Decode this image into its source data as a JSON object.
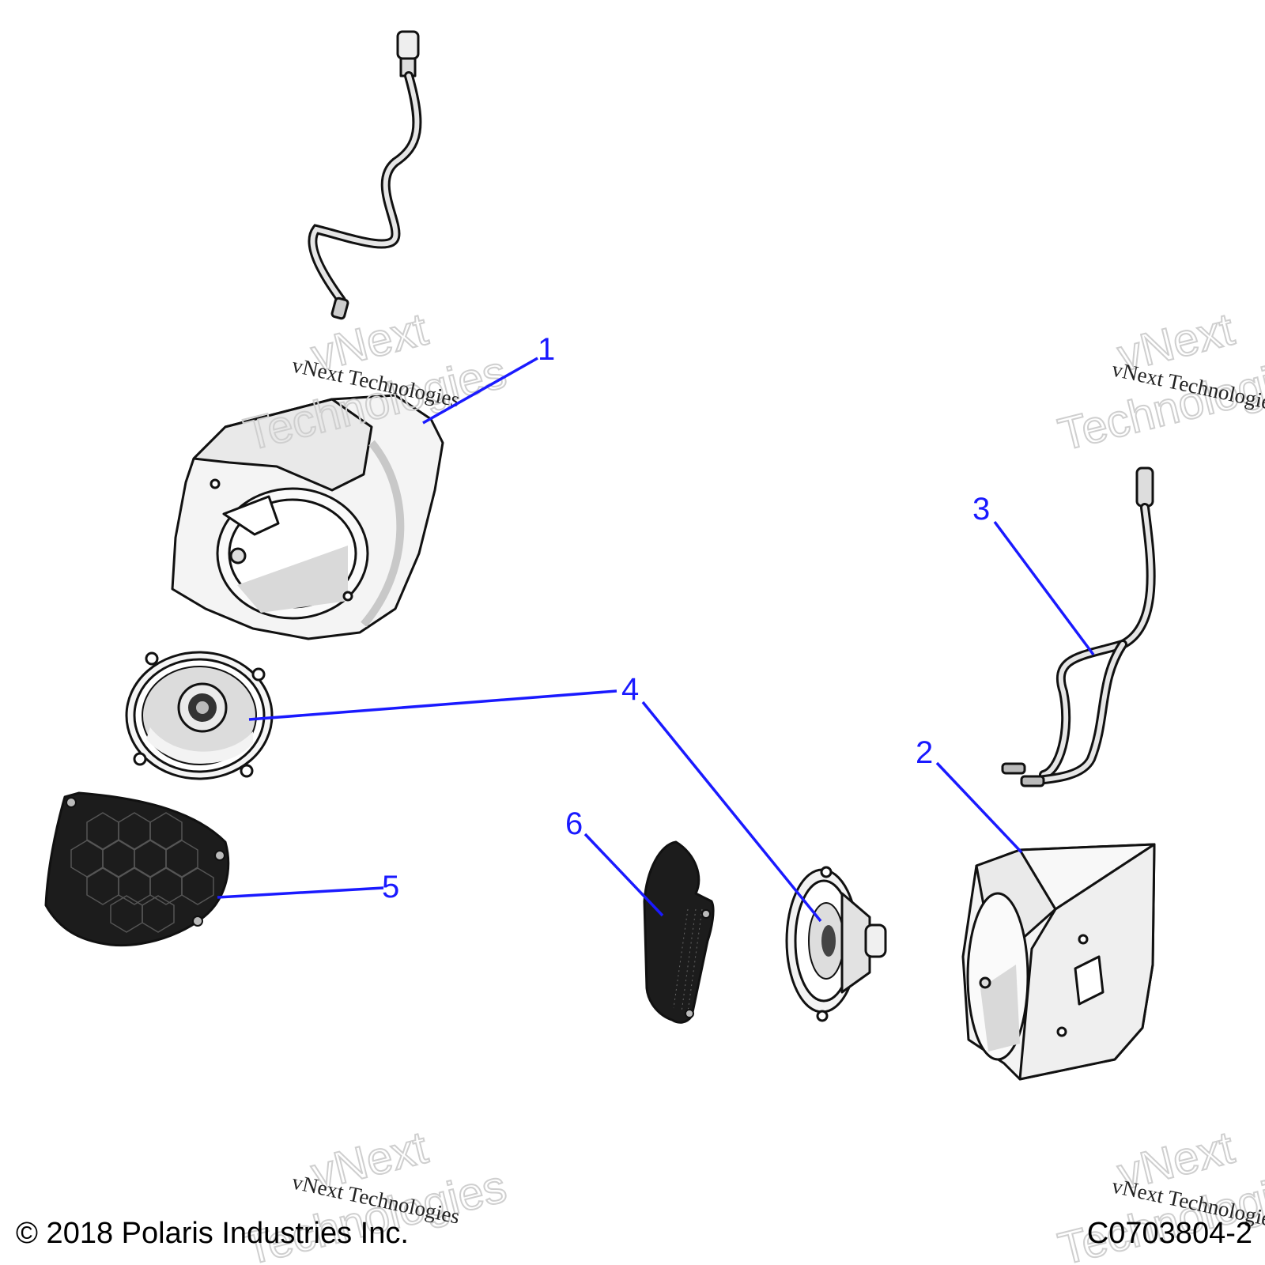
{
  "callouts": [
    "1",
    "2",
    "3",
    "4",
    "5",
    "6"
  ],
  "watermark": {
    "line1": "vNext",
    "line2": "Technologies",
    "caption": "vNext Technologies"
  },
  "footer": {
    "copyright": "© 2018 Polaris Industries Inc.",
    "drawing_number": "C0703804-2"
  },
  "colors": {
    "callout": "#1a1aff",
    "outline": "#111111",
    "part_fill": "#f2f2f2",
    "shade": "#d8d8d8",
    "grille": "#1c1c1c"
  }
}
